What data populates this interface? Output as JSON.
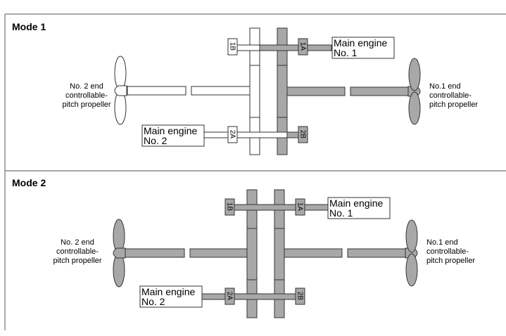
{
  "colors": {
    "engaged": "#a8a8a8",
    "disengaged": "#ffffff",
    "stroke": "#333333"
  },
  "modes": [
    {
      "title": "Mode 1",
      "left_propeller_label": [
        "No. 2 end",
        "controllable-",
        "pitch propeller"
      ],
      "right_propeller_label": [
        "No.1 end",
        "controllable-",
        "pitch propeller"
      ],
      "engine_top_label": [
        "Main engine",
        "No. 1"
      ],
      "engine_bottom_label": [
        "Main engine",
        "No. 2"
      ],
      "clutches": {
        "1B": "1B",
        "1A": "1A",
        "2A": "2A",
        "2B": "2B"
      },
      "left_shaft_engaged": false,
      "left_propeller_engaged": false,
      "left_gear_engaged": false,
      "right_gear_engaged": true,
      "right_shaft_engaged": true,
      "right_propeller_engaged": true,
      "clutch_engaged": {
        "1B": false,
        "1A": true,
        "2A": false,
        "2B": true
      }
    },
    {
      "title": "Mode 2",
      "left_propeller_label": [
        "No. 2 end",
        "controllable-",
        "pitch propeller"
      ],
      "right_propeller_label": [
        "No.1 end",
        "controllable-",
        "pitch propeller"
      ],
      "engine_top_label": [
        "Main engine",
        "No. 1"
      ],
      "engine_bottom_label": [
        "Main engine",
        "No. 2"
      ],
      "clutches": {
        "1B": "1B",
        "1A": "1A",
        "2A": "2A",
        "2B": "2B"
      },
      "left_shaft_engaged": true,
      "left_propeller_engaged": true,
      "left_gear_engaged": true,
      "right_gear_engaged": true,
      "right_shaft_engaged": true,
      "right_propeller_engaged": true,
      "clutch_engaged": {
        "1B": true,
        "1A": true,
        "2A": true,
        "2B": true
      }
    }
  ]
}
